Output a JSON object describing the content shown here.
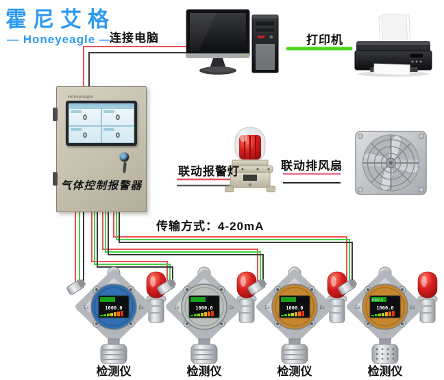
{
  "brand": {
    "logo_cn": "霍尼艾格",
    "logo_en": "— Honeyeagle —",
    "accent_color": "#2e9af0"
  },
  "connections": {
    "connect_pc_label": "连接电脑",
    "printer_label": "打印机",
    "alarm_light_label": "联动报警灯",
    "exhaust_fan_label": "联动排风扇",
    "transmission_label": "传输方式：4-20mA"
  },
  "panel": {
    "brand": "Honeyeagle",
    "caption": "气体控制报警器",
    "channel_values": [
      "0",
      "0",
      "0",
      "0"
    ]
  },
  "detectors": [
    {
      "label": "检测仪",
      "reading": "1000.0",
      "face_color": "#2f6fb2"
    },
    {
      "label": "检测仪",
      "reading": "1000.0",
      "face_color": "#b9bfba"
    },
    {
      "label": "检测仪",
      "reading": "1000.0",
      "face_color": "#c5862e"
    },
    {
      "label": "检测仪",
      "reading": "1000.0",
      "face_color": "#c5862e",
      "screen_header": "PM2.5"
    }
  ],
  "marks": {
    "ex": "Ex"
  },
  "colors": {
    "wire_red": "#ee4d55",
    "wire_green": "#45d245",
    "wire_black": "#3a3a3a",
    "printer_link_green": "#52d41e",
    "underline_red": "#e8505e",
    "underline_pink": "#ee6a8e",
    "underline_gray": "#5a5a5a",
    "underline_black": "#222222",
    "beacon_red": "#cc1d1d",
    "panel_beige": "#c9c3b0"
  }
}
